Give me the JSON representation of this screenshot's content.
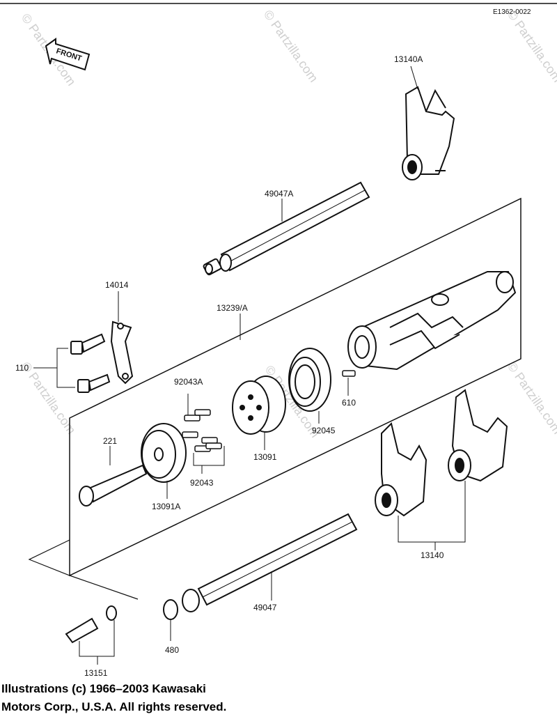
{
  "diagram": {
    "ref_code": "E1362-0022",
    "front_label": "FRONT",
    "watermark": "© Partzilla.com",
    "parts": {
      "p13140A": "13140A",
      "p49047A": "49047A",
      "p14014": "14014",
      "p13239A": "13239/A",
      "p110": "110",
      "p92043A": "92043A",
      "p221": "221",
      "p610": "610",
      "p92045": "92045",
      "p13091": "13091",
      "p92043": "92043",
      "p13091A": "13091A",
      "p13140": "13140",
      "p49047": "49047",
      "p480": "480",
      "p13151": "13151"
    },
    "copyright_line1": "Illustrations (c) 1966–2003 Kawasaki",
    "copyright_line2": "Motors Corp., U.S.A.  All rights reserved."
  }
}
